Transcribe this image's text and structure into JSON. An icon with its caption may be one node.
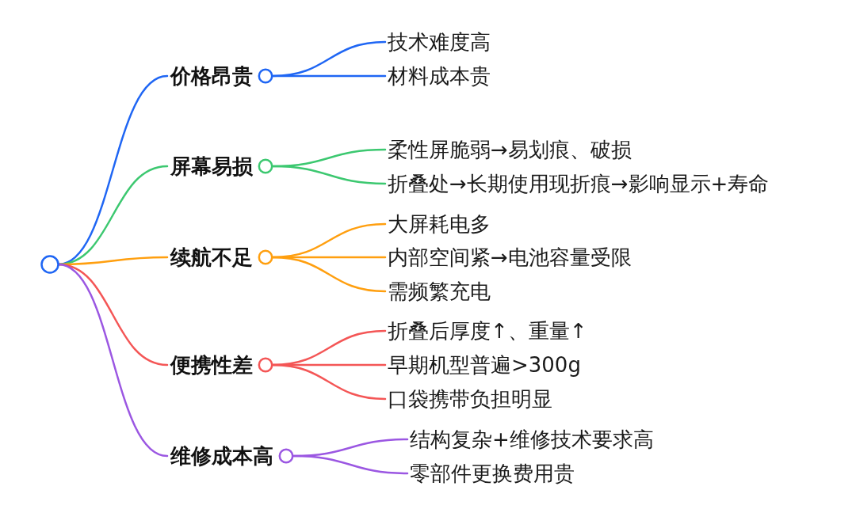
{
  "diagram": {
    "nodes": [
      {
        "text": [],
        "shape": "circle"
      },
      {
        "text": [
          "价格昂贵"
        ]
      },
      {
        "text": [
          "技术难度高"
        ]
      },
      {
        "text": [
          "材料成本贵"
        ]
      },
      {
        "text": [
          "屏幕易损"
        ]
      },
      {
        "text": [
          "柔性屏脆弱→易划痕、破损"
        ]
      },
      {
        "text": [
          "折叠处→长期使用现折痕→影响显示+寿命"
        ]
      },
      {
        "text": [
          "续航不足"
        ]
      },
      {
        "text": [
          "大屏耗电多"
        ]
      },
      {
        "text": [
          "内部空间紧→电池容量受限"
        ]
      },
      {
        "text": [
          "需频繁充电"
        ]
      },
      {
        "text": [
          "便携性差"
        ]
      },
      {
        "text": [
          "折叠后厚度↑、重量↑"
        ]
      },
      {
        "text": [
          "早期机型普遍>300g"
        ]
      },
      {
        "text": [
          "口袋携带负担明显"
        ]
      },
      {
        "text": [
          "维修成本高"
        ]
      },
      {
        "text": [
          "结构复杂+维修技术要求高"
        ]
      },
      {
        "text": [
          "零部件更换费用贵"
        ]
      }
    ],
    "edges": [
      {
        "from": 0,
        "to": 1,
        "arrow": "none",
        "color": "#1f66f4"
      },
      {
        "from": 1,
        "to": 2,
        "arrow": "none",
        "color": "#1f66f4"
      },
      {
        "from": 1,
        "to": 3,
        "arrow": "none",
        "color": "#1f66f4"
      },
      {
        "from": 0,
        "to": 4,
        "arrow": "none",
        "color": "#3cc870"
      },
      {
        "from": 4,
        "to": 5,
        "arrow": "none",
        "color": "#3cc870"
      },
      {
        "from": 4,
        "to": 6,
        "arrow": "none",
        "color": "#3cc870"
      },
      {
        "from": 0,
        "to": 7,
        "arrow": "none",
        "color": "#ff9f0f"
      },
      {
        "from": 7,
        "to": 8,
        "arrow": "none",
        "color": "#ff9f0f"
      },
      {
        "from": 7,
        "to": 9,
        "arrow": "none",
        "color": "#ff9f0f"
      },
      {
        "from": 7,
        "to": 10,
        "arrow": "none",
        "color": "#ff9f0f"
      },
      {
        "from": 0,
        "to": 11,
        "arrow": "none",
        "color": "#f45656"
      },
      {
        "from": 11,
        "to": 12,
        "arrow": "none",
        "color": "#f45656"
      },
      {
        "from": 11,
        "to": 13,
        "arrow": "none",
        "color": "#f45656"
      },
      {
        "from": 11,
        "to": 14,
        "arrow": "none",
        "color": "#f45656"
      },
      {
        "from": 0,
        "to": 15,
        "arrow": "none",
        "color": "#9b57e2"
      },
      {
        "from": 15,
        "to": 16,
        "arrow": "none",
        "color": "#9b57e2"
      },
      {
        "from": 15,
        "to": 17,
        "arrow": "none",
        "color": "#9b57e2"
      }
    ]
  }
}
